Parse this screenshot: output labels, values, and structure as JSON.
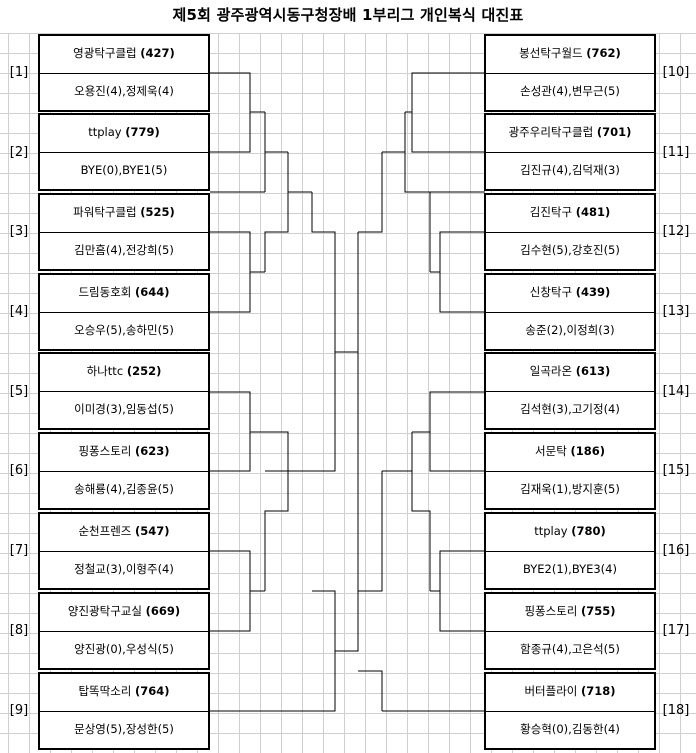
{
  "title": "제5회 광주광역시동구청장배 1부리그 개인복식 대진표",
  "left": [
    {
      "seed": "[1]",
      "team": "영광탁구클럽",
      "score": "(427)",
      "players": "오용진(4),정제욱(4)"
    },
    {
      "seed": "[2]",
      "team": "ttplay",
      "score": "(779)",
      "players": "BYE(0),BYE1(5)"
    },
    {
      "seed": "[3]",
      "team": "파워탁구클럽",
      "score": "(525)",
      "players": "김만흠(4),전강희(5)"
    },
    {
      "seed": "[4]",
      "team": "드림동호회",
      "score": "(644)",
      "players": "오승우(5),송하민(5)"
    },
    {
      "seed": "[5]",
      "team": "하나ttc",
      "score": "(252)",
      "players": "이미경(3),임동섭(5)"
    },
    {
      "seed": "[6]",
      "team": "핑퐁스토리",
      "score": "(623)",
      "players": "송해룡(4),김종윤(5)"
    },
    {
      "seed": "[7]",
      "team": "순천프렌즈",
      "score": "(547)",
      "players": "정철교(3),이형주(4)"
    },
    {
      "seed": "[8]",
      "team": "양진광탁구교실",
      "score": "(669)",
      "players": "양진광(0),우성식(5)"
    },
    {
      "seed": "[9]",
      "team": "탑똑딱소리",
      "score": "(764)",
      "players": "문상영(5),장성한(5)"
    }
  ],
  "right": [
    {
      "seed": "[10]",
      "team": "봉선탁구월드",
      "score": "(762)",
      "players": "손성관(4),변무근(5)"
    },
    {
      "seed": "[11]",
      "team": "광주우리탁구클럽",
      "score": "(701)",
      "players": "김진규(4),김덕재(3)"
    },
    {
      "seed": "[12]",
      "team": "김진탁구",
      "score": "(481)",
      "players": "김수현(5),강호진(5)"
    },
    {
      "seed": "[13]",
      "team": "신창탁구",
      "score": "(439)",
      "players": "송준(2),이정희(3)"
    },
    {
      "seed": "[14]",
      "team": "일곡라온",
      "score": "(613)",
      "players": "김석현(3),고기정(4)"
    },
    {
      "seed": "[15]",
      "team": "서문탁",
      "score": "(186)",
      "players": "김재욱(1),방지훈(5)"
    },
    {
      "seed": "[16]",
      "team": "ttplay",
      "score": "(780)",
      "players": "BYE2(1),BYE3(4)"
    },
    {
      "seed": "[17]",
      "team": "핑퐁스토리",
      "score": "(755)",
      "players": "함종규(4),고은석(5)"
    },
    {
      "seed": "[18]",
      "team": "버터플라이",
      "score": "(718)",
      "players": "황승혁(0),김동한(4)"
    }
  ]
}
